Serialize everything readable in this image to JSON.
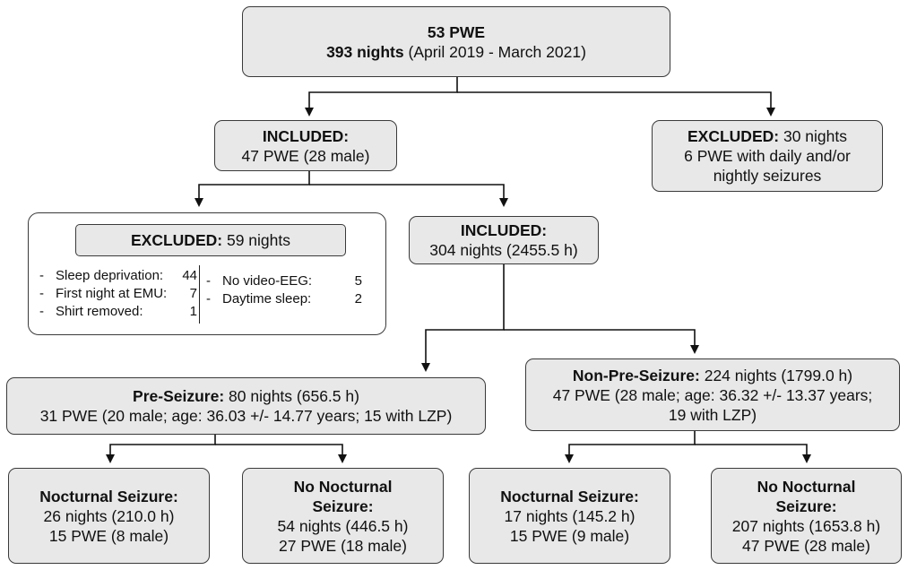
{
  "top": {
    "line1": "53 PWE",
    "line2_bold": "393 nights",
    "line2_rest": " (April 2019 - March 2021)"
  },
  "included1": {
    "title": "INCLUDED:",
    "line2": "47 PWE (28 male)"
  },
  "excluded1": {
    "title": "EXCLUDED:",
    "title_rest": " 30 nights",
    "line2": "6 PWE with daily and/or",
    "line3": "nightly seizures"
  },
  "excluded2": {
    "title": "EXCLUDED:",
    "title_rest": " 59 nights",
    "left_items": [
      {
        "dash": "-",
        "label": "Sleep deprivation:",
        "value": "44"
      },
      {
        "dash": "-",
        "label": "First night at EMU:",
        "value": "7"
      },
      {
        "dash": "-",
        "label": "Shirt removed:",
        "value": "1"
      }
    ],
    "right_items": [
      {
        "dash": "-",
        "label": "No video-EEG:",
        "value": "5"
      },
      {
        "dash": "-",
        "label": "Daytime sleep:",
        "value": "2"
      }
    ]
  },
  "included2": {
    "title": "INCLUDED:",
    "line2": "304 nights (2455.5 h)"
  },
  "preseizure": {
    "title": "Pre-Seizure:",
    "title_rest": " 80 nights (656.5 h)",
    "line2": "31 PWE (20 male; age: 36.03 +/- 14.77 years; 15 with LZP)"
  },
  "nonpreseizure": {
    "title": "Non-Pre-Seizure:",
    "title_rest": " 224 nights (1799.0 h)",
    "line2": "47 PWE (28 male; age: 36.32 +/- 13.37 years;",
    "line3": "19 with LZP)"
  },
  "pre_nocturnal": {
    "title": "Nocturnal Seizure:",
    "line2": "26 nights (210.0 h)",
    "line3": "15 PWE (8 male)"
  },
  "pre_no_nocturnal": {
    "title1": "No Nocturnal",
    "title2": "Seizure:",
    "line2": "54 nights (446.5 h)",
    "line3": "27 PWE (18 male)"
  },
  "non_nocturnal": {
    "title": "Nocturnal Seizure:",
    "line2": "17 nights (145.2 h)",
    "line3": "15 PWE (9 male)"
  },
  "non_no_nocturnal": {
    "title1": "No Nocturnal",
    "title2": "Seizure:",
    "line2": "207 nights (1653.8 h)",
    "line3": "47 PWE (28 male)"
  },
  "colors": {
    "box_fill": "#e8e8e8",
    "border": "#3a3a3a",
    "line": "#111111"
  }
}
